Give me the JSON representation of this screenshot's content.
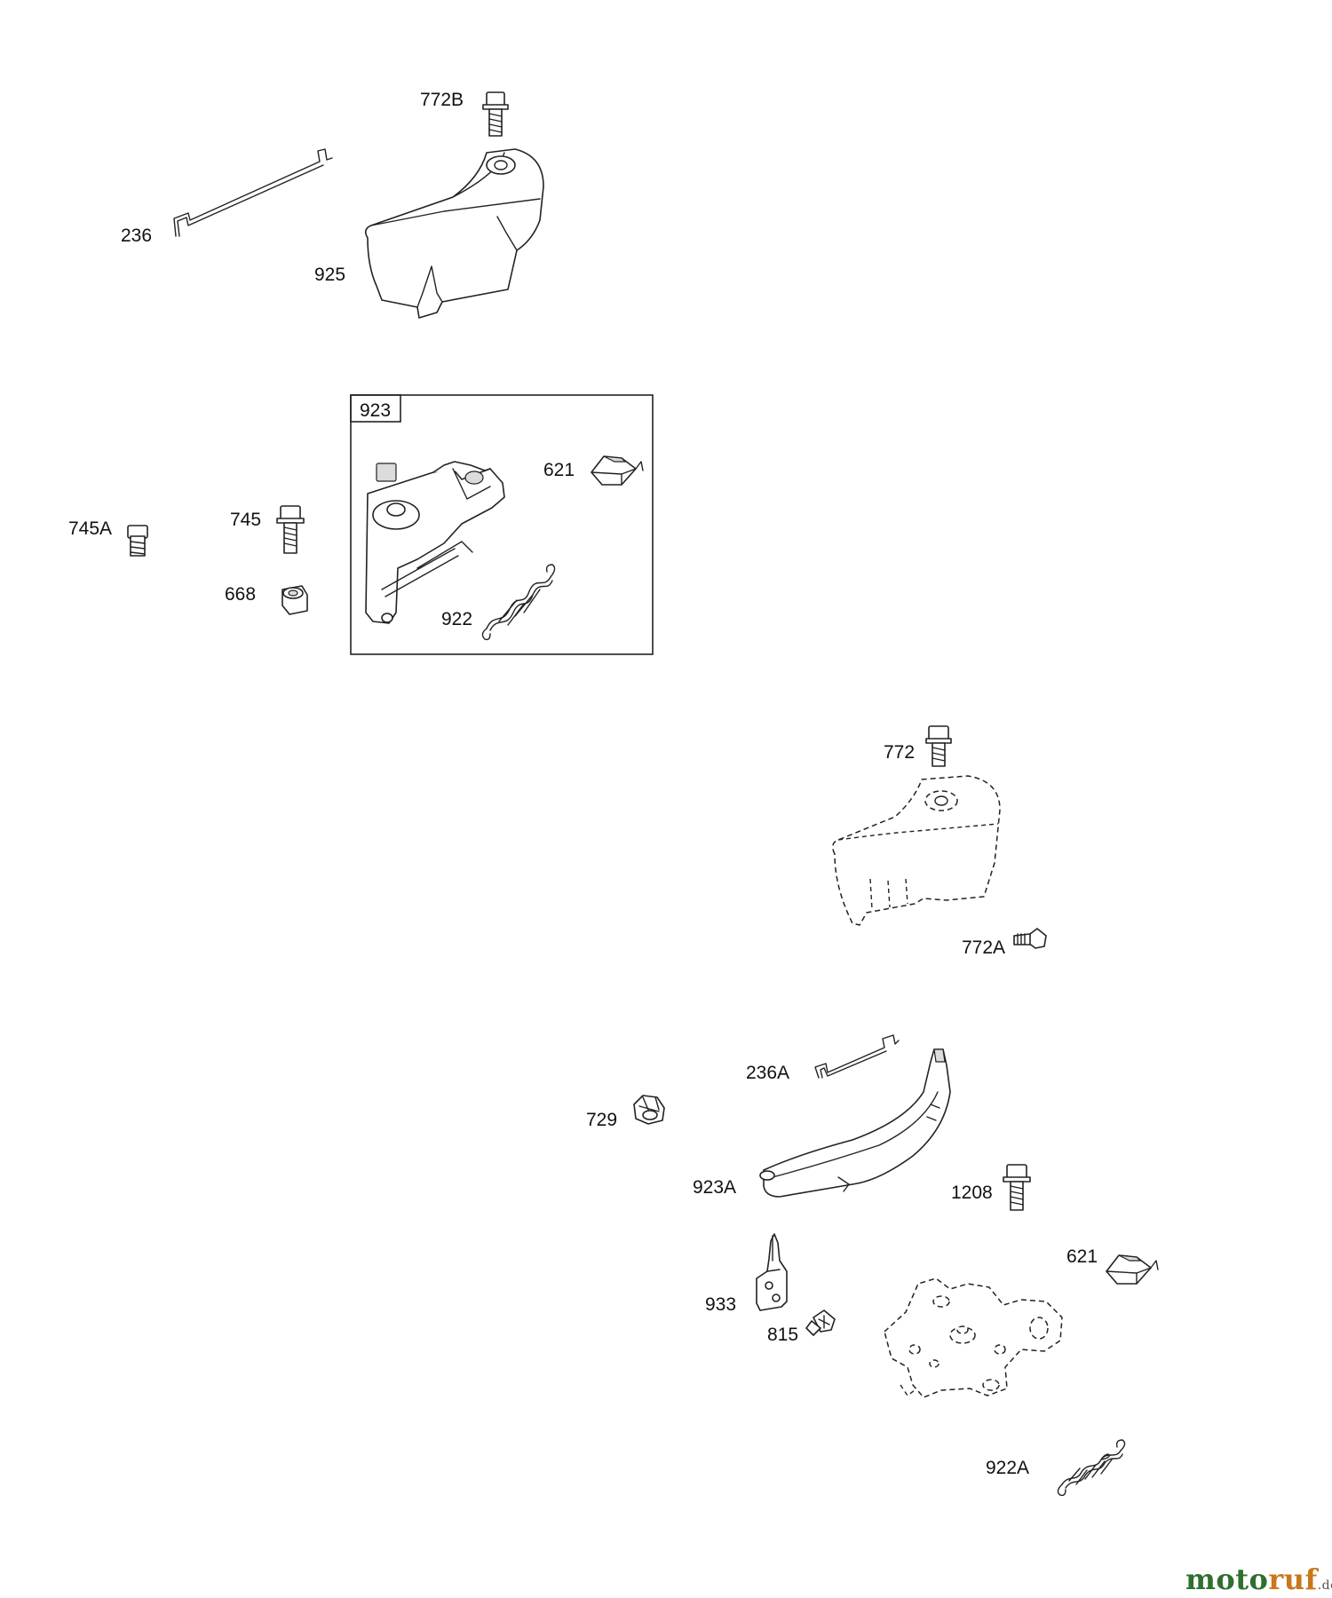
{
  "diagram": {
    "labels": {
      "p772B": "772B",
      "p236": "236",
      "p925": "925",
      "p923": "923",
      "p621": "621",
      "p745A": "745A",
      "p745": "745",
      "p668": "668",
      "p922": "922",
      "p772": "772",
      "p772A": "772A",
      "p236A": "236A",
      "p729": "729",
      "p923A": "923A",
      "p1208": "1208",
      "p621b": "621",
      "p933": "933",
      "p815": "815",
      "p922A": "922A"
    }
  },
  "watermark": {
    "part1": "moto",
    "part2": "ruf",
    "suffix": ".de",
    "colors": {
      "green": "#2f6f2f",
      "orange": "#c8781a"
    }
  }
}
